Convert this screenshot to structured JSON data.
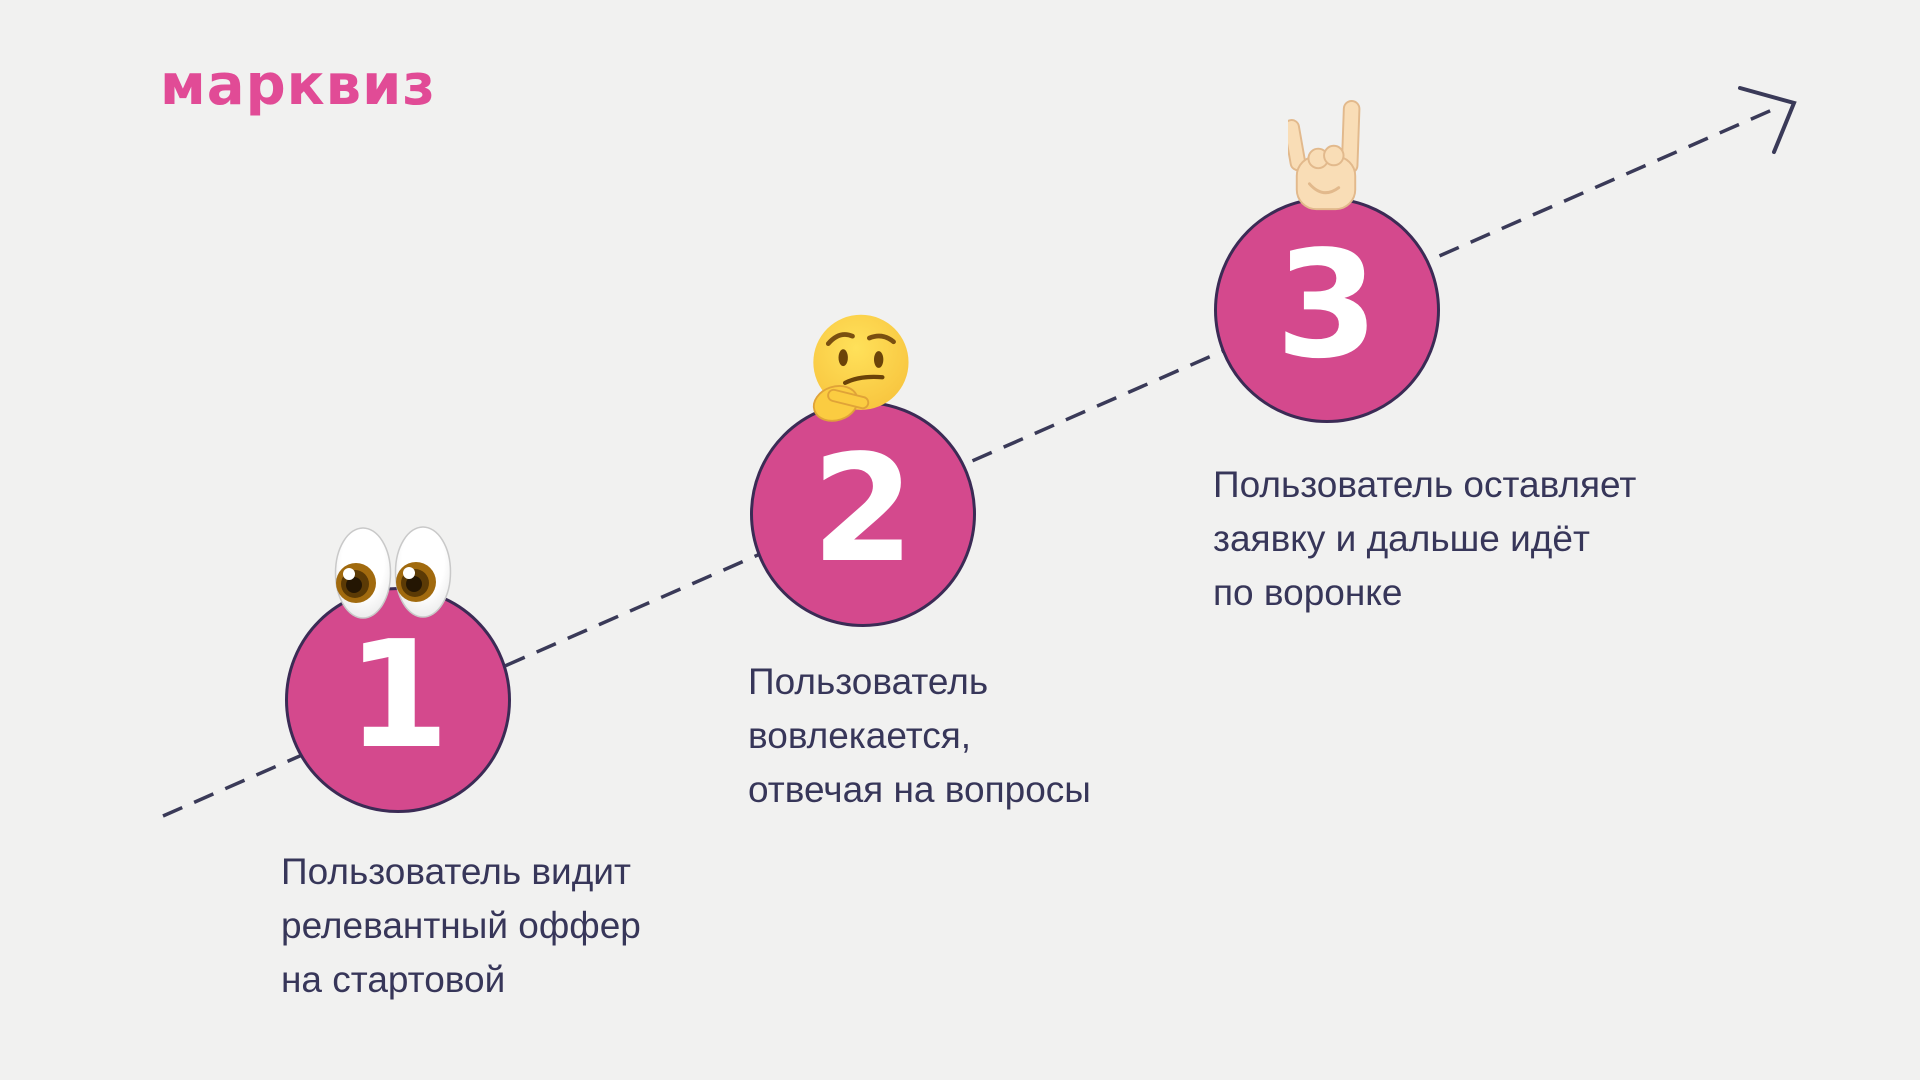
{
  "palette": {
    "canvas_bg": "#F1F1F0",
    "logo_color": "#E14B96",
    "circle_fill": "#D4498D",
    "circle_stroke": "#3B2B55",
    "number_color": "#FFFFFF",
    "caption_color": "#373659",
    "arrow_color": "#3A3A58"
  },
  "brand": {
    "logo_text": "марквиз"
  },
  "arrow": {
    "style": "dashed",
    "direction": "up-right"
  },
  "steps": [
    {
      "number": "1",
      "emoji": "eyes",
      "caption_lines": [
        "Пользователь видит",
        "релевантный оффер",
        "на стартовой"
      ]
    },
    {
      "number": "2",
      "emoji": "thinking-face",
      "caption_lines": [
        "Пользователь",
        "вовлекается,",
        "отвечая на вопросы"
      ]
    },
    {
      "number": "3",
      "emoji": "rock-hand",
      "caption_lines": [
        "Пользователь оставляет",
        "заявку и дальше идёт",
        "по воронке"
      ]
    }
  ]
}
